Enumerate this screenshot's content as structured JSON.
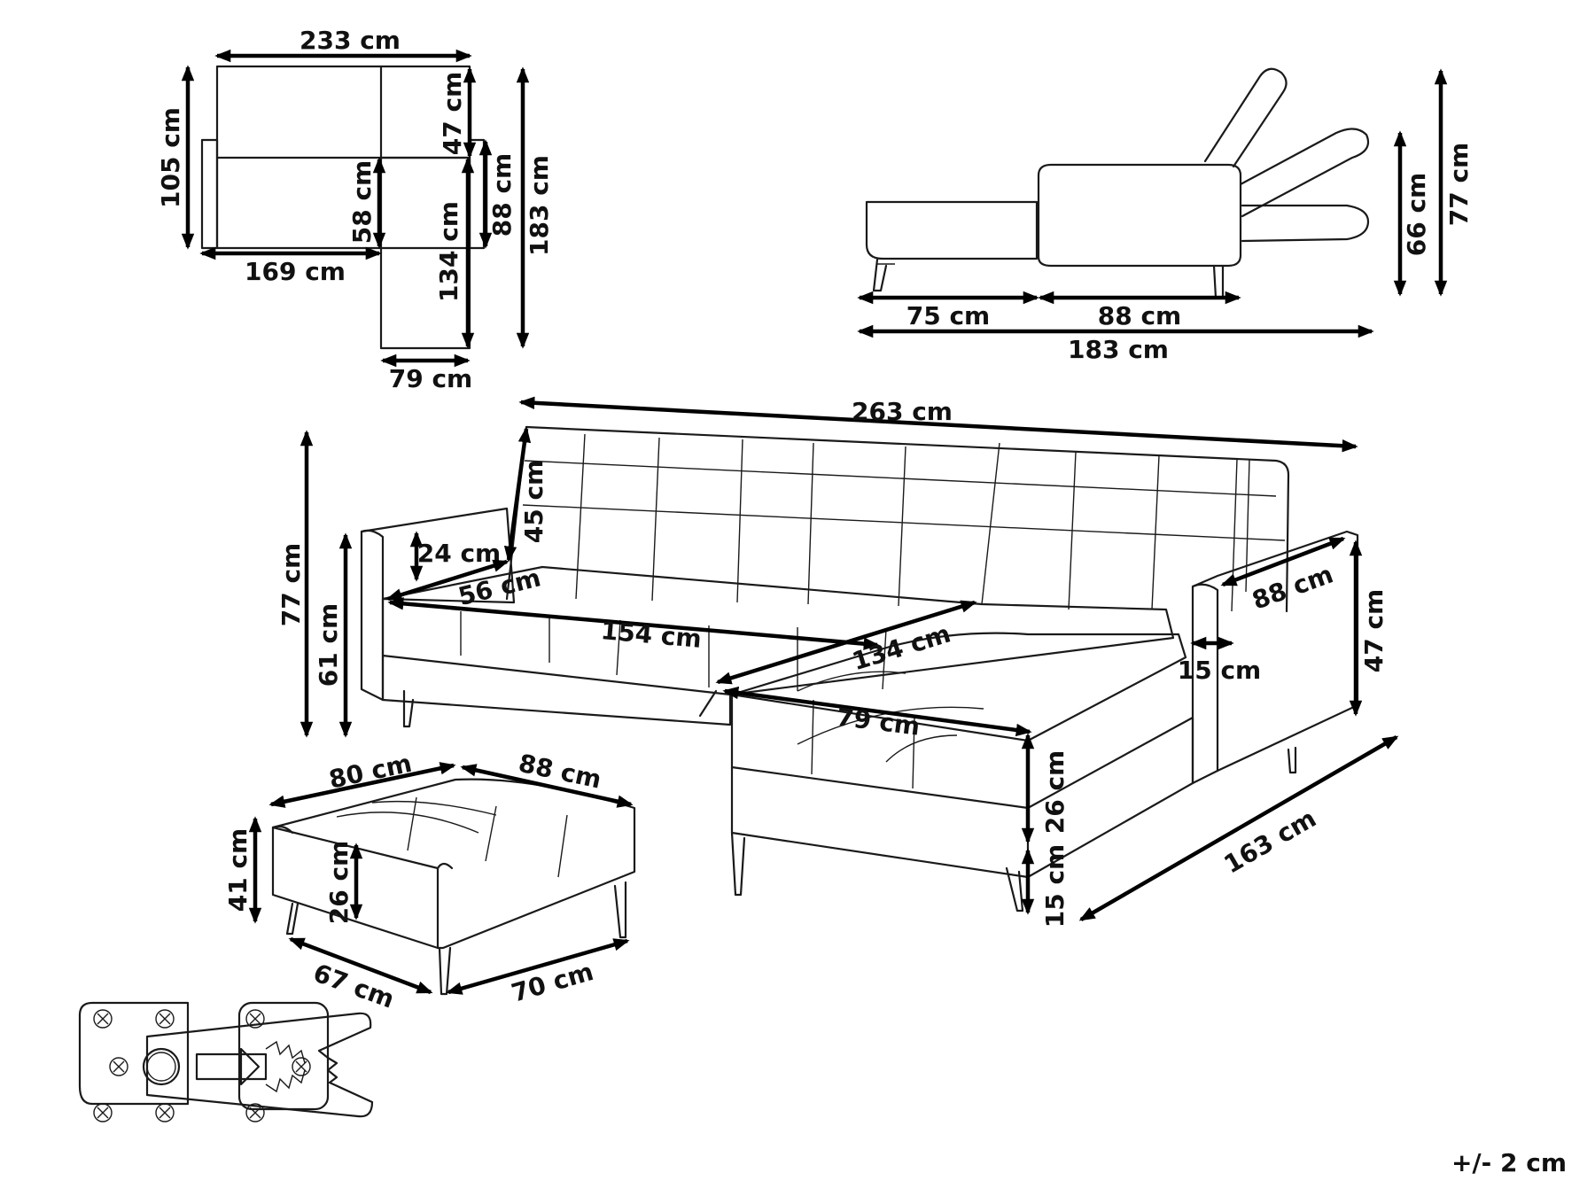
{
  "top_view": {
    "overall_width": "233 cm",
    "depth": "105 cm",
    "back_depth": "47 cm",
    "seat_depth": "58 cm",
    "base_width": "169 cm",
    "chaise_extension": "88 cm",
    "chaise_depth": "134 cm",
    "overall_length": "183 cm",
    "chaise_width": "79 cm"
  },
  "side_view": {
    "left_depth": "75 cm",
    "right_depth": "88 cm",
    "total_length": "183 cm",
    "inner_height": "66 cm",
    "back_height": "77 cm"
  },
  "main_view": {
    "overall_width": "263 cm",
    "overall_height": "77 cm",
    "seat_height": "61 cm",
    "backrest_height": "45 cm",
    "armrest_height": "24 cm",
    "seat_depth": "56 cm",
    "seat_width": "154 cm",
    "chaise_seat_length": "134 cm",
    "chaise_width": "79 cm",
    "cushion_height": "26 cm",
    "leg_height": "15 cm",
    "armrest_width": "15 cm",
    "arm_depth": "88 cm",
    "arm_height": "47 cm",
    "chaise_length": "163 cm"
  },
  "ottoman": {
    "top_width": "80 cm",
    "top_depth": "88 cm",
    "height": "41 cm",
    "cushion_height": "26 cm",
    "base_depth": "67 cm",
    "base_width": "70 cm"
  },
  "tolerance": "+/- 2 cm"
}
